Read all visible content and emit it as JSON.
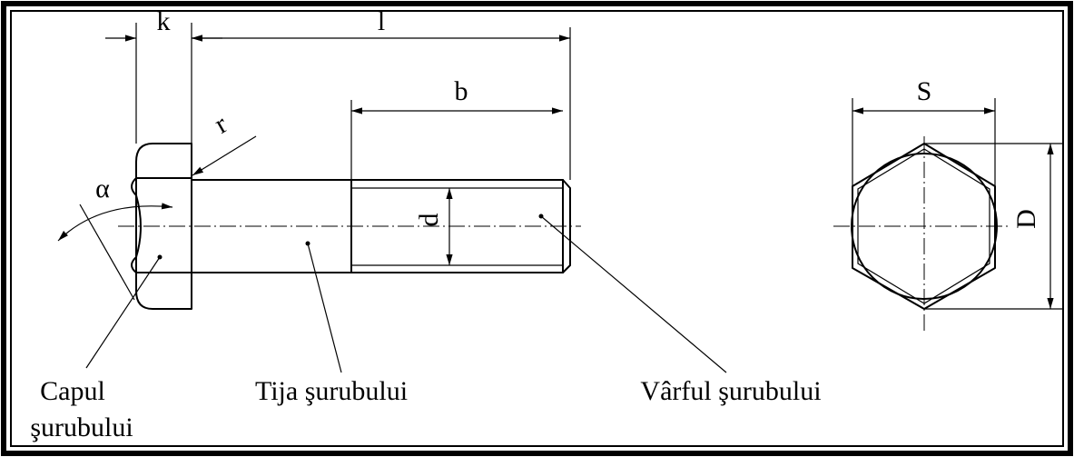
{
  "dimensions": {
    "k": "k",
    "l": "l",
    "b": "b",
    "r": "r",
    "alpha": "α",
    "d": "d",
    "s": "S",
    "D": "D"
  },
  "labels": {
    "head_line1": "Capul",
    "head_line2": "şurubului",
    "shank": "Tija şurubului",
    "tip": "Vârful şurubului"
  }
}
